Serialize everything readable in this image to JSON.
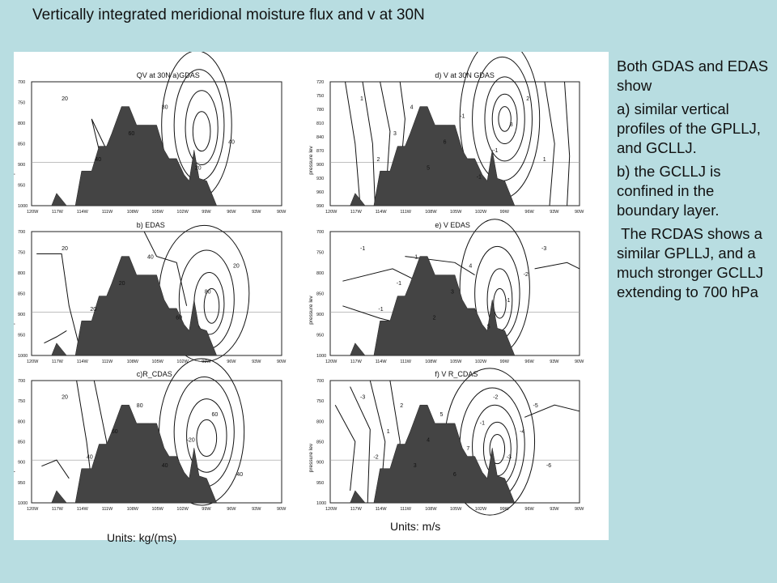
{
  "slide": {
    "title": "Vertically integrated meridional moisture flux and v at 30N"
  },
  "notes": {
    "p1": "Both GDAS and EDAS show",
    "p2": "a) similar vertical profiles of the GPLLJ, and GCLLJ.",
    "p3": "b) the GCLLJ is confined in the boundary layer.",
    "p4": " The RCDAS shows a similar GPLLJ, and a much stronger GCLLJ extending to 700 hPa"
  },
  "figure": {
    "left_units": "Units: kg/(ms)",
    "right_units": "Units: m/s",
    "y_axis_label": "pressure lev",
    "x_ticks": [
      "120W",
      "117W",
      "114W",
      "111W",
      "108W",
      "105W",
      "102W",
      "99W",
      "96W",
      "93W",
      "90W"
    ],
    "y_ticks_left": [
      "700",
      "750",
      "800",
      "850",
      "900",
      "950",
      "1000"
    ],
    "y_ticks_right": [
      "720",
      "750",
      "780",
      "810",
      "840",
      "870",
      "900",
      "930",
      "960",
      "990"
    ],
    "panels": [
      {
        "title": "QV at 30N a)GDAS",
        "labels": [
          "20",
          "40",
          "60",
          "80",
          "20",
          "40"
        ]
      },
      {
        "title": "d) V at 30N GDAS",
        "labels": [
          "1",
          "2",
          "3",
          "4",
          "5",
          "6",
          "-1",
          "-1",
          "-1",
          "3",
          "2",
          "1"
        ]
      },
      {
        "title": "b) EDAS",
        "labels": [
          "20",
          "20",
          "20",
          "40",
          "60",
          "80",
          "20"
        ]
      },
      {
        "title": "e) V   EDAS",
        "labels": [
          "-1",
          "-1",
          "-1",
          "1",
          "2",
          "3",
          "4",
          "5",
          "-1",
          "-2",
          "-3"
        ]
      },
      {
        "title": "c)R_CDAS",
        "labels": [
          "20",
          "40",
          "60",
          "80",
          "40",
          "-20",
          "60",
          "40"
        ]
      },
      {
        "title": "f) V R_CDAS",
        "labels": [
          "-3",
          "-2",
          "1",
          "2",
          "3",
          "4",
          "5",
          "6",
          "7",
          "-1",
          "-2",
          "-3",
          "-4",
          "-5",
          "-6"
        ]
      }
    ]
  }
}
